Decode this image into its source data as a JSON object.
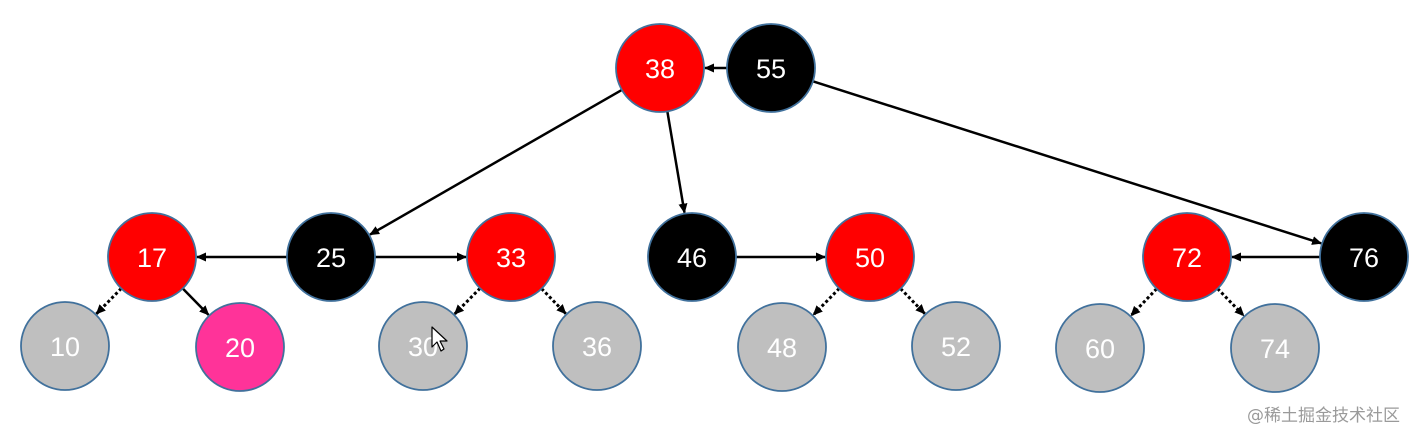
{
  "colors": {
    "red": "#ff0000",
    "black": "#000000",
    "gray": "#bfbfbf",
    "pink": "#ff3399",
    "outline": "#41719c",
    "edge": "#000000",
    "label_light": "#ffffff"
  },
  "nodes": [
    {
      "id": "n38",
      "label": "38",
      "color": "red"
    },
    {
      "id": "n55",
      "label": "55",
      "color": "black"
    },
    {
      "id": "n17",
      "label": "17",
      "color": "red"
    },
    {
      "id": "n25",
      "label": "25",
      "color": "black"
    },
    {
      "id": "n33",
      "label": "33",
      "color": "red"
    },
    {
      "id": "n46",
      "label": "46",
      "color": "black"
    },
    {
      "id": "n50",
      "label": "50",
      "color": "red"
    },
    {
      "id": "n72",
      "label": "72",
      "color": "red"
    },
    {
      "id": "n76",
      "label": "76",
      "color": "black"
    },
    {
      "id": "n10",
      "label": "10",
      "color": "gray"
    },
    {
      "id": "n20",
      "label": "20",
      "color": "pink"
    },
    {
      "id": "n30",
      "label": "30",
      "color": "gray"
    },
    {
      "id": "n36",
      "label": "36",
      "color": "gray"
    },
    {
      "id": "n48",
      "label": "48",
      "color": "gray"
    },
    {
      "id": "n52",
      "label": "52",
      "color": "gray"
    },
    {
      "id": "n60",
      "label": "60",
      "color": "gray"
    },
    {
      "id": "n74",
      "label": "74",
      "color": "gray"
    }
  ],
  "edges": [
    {
      "from": "n55",
      "to": "n38",
      "style": "solid"
    },
    {
      "from": "n38",
      "to": "n25",
      "style": "solid"
    },
    {
      "from": "n38",
      "to": "n46",
      "style": "solid"
    },
    {
      "from": "n55",
      "to": "n76",
      "style": "solid"
    },
    {
      "from": "n25",
      "to": "n17",
      "style": "solid"
    },
    {
      "from": "n25",
      "to": "n33",
      "style": "solid"
    },
    {
      "from": "n46",
      "to": "n50",
      "style": "solid"
    },
    {
      "from": "n76",
      "to": "n72",
      "style": "solid"
    },
    {
      "from": "n17",
      "to": "n20",
      "style": "solid"
    },
    {
      "from": "n17",
      "to": "n10",
      "style": "dotted"
    },
    {
      "from": "n33",
      "to": "n30",
      "style": "dotted"
    },
    {
      "from": "n33",
      "to": "n36",
      "style": "dotted"
    },
    {
      "from": "n50",
      "to": "n48",
      "style": "dotted"
    },
    {
      "from": "n50",
      "to": "n52",
      "style": "dotted"
    },
    {
      "from": "n72",
      "to": "n60",
      "style": "dotted"
    },
    {
      "from": "n72",
      "to": "n74",
      "style": "dotted"
    }
  ],
  "watermark": "@稀土掘金技术社区"
}
